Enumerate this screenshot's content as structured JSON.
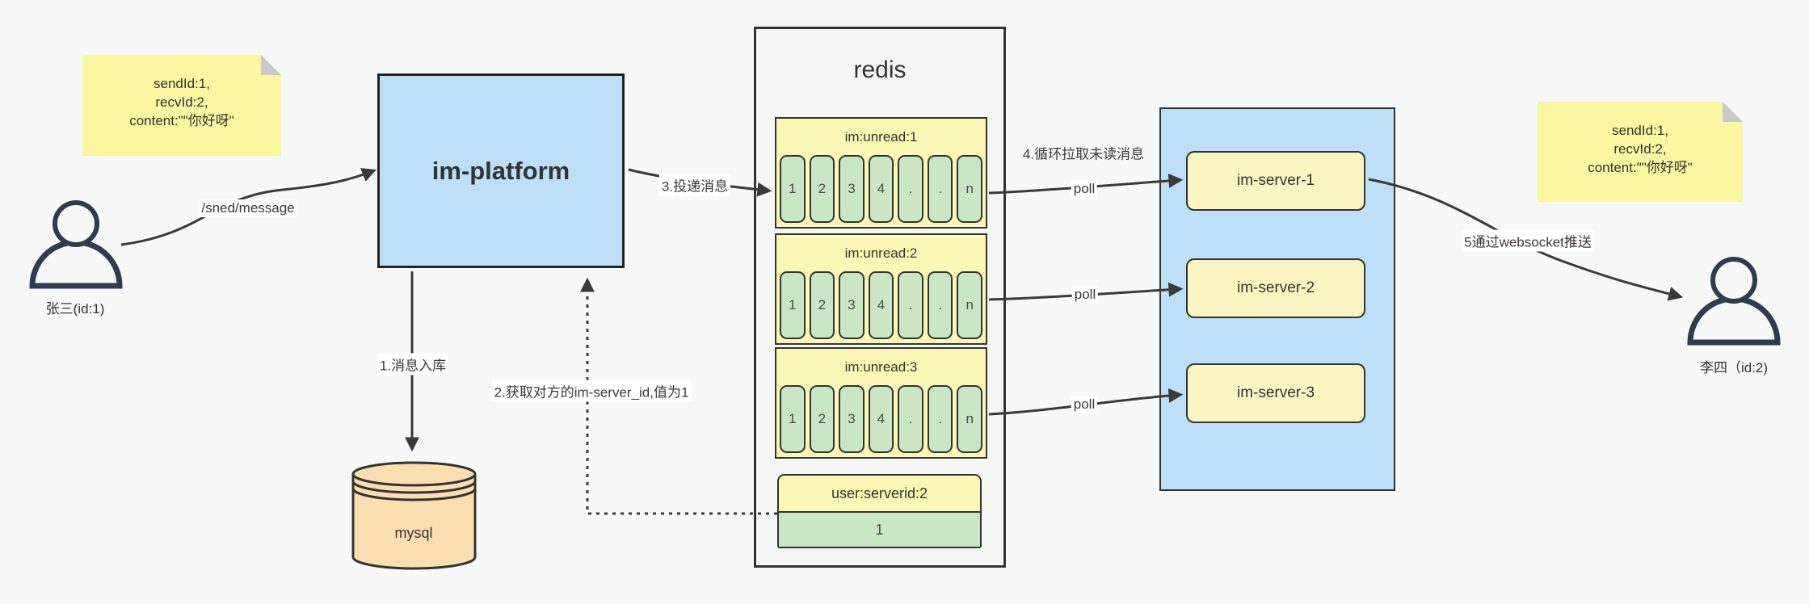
{
  "diagram": {
    "note_left": {
      "line1": "sendId:1,",
      "line2": "recvId:2,",
      "line3": "content:\"\"你好呀\""
    },
    "note_right": {
      "line1": "sendId:1,",
      "line2": "recvId:2,",
      "line3": "content:\"\"你好呀\""
    },
    "actor_left": {
      "label": "张三(id:1)"
    },
    "actor_right": {
      "label": "李四（id:2)"
    },
    "platform": {
      "label": "im-platform"
    },
    "db": {
      "label": "mysql"
    },
    "redis": {
      "title": "redis",
      "queues": [
        {
          "header": "im:unread:1",
          "cells": [
            "1",
            "2",
            "3",
            "4",
            ".",
            ".",
            "n"
          ]
        },
        {
          "header": "im:unread:2",
          "cells": [
            "1",
            "2",
            "3",
            "4",
            ".",
            ".",
            "n"
          ]
        },
        {
          "header": "im:unread:3",
          "cells": [
            "1",
            "2",
            "3",
            "4",
            ".",
            ".",
            "n"
          ]
        }
      ],
      "kv": {
        "header": "user:serverid:2",
        "value": "1"
      }
    },
    "servers": {
      "s1": "im-server-1",
      "s2": "im-server-2",
      "s3": "im-server-3"
    },
    "labels": {
      "send": "/sned/message",
      "step1": "1.消息入库",
      "step2": "2.获取对方的im-server_id,值为1",
      "step3": "3.投递消息",
      "step4": "4.循环拉取未读消息",
      "poll": "poll",
      "step5": "5通过websocket推送"
    },
    "colors": {
      "box_blue": "#bddff7",
      "note_yellow": "#fbf6a0",
      "queue_yellow": "#fcf7b4",
      "cell_green": "#c9e7c5",
      "db_peach": "#fbdfb1",
      "line": "#3a3a3a"
    }
  }
}
